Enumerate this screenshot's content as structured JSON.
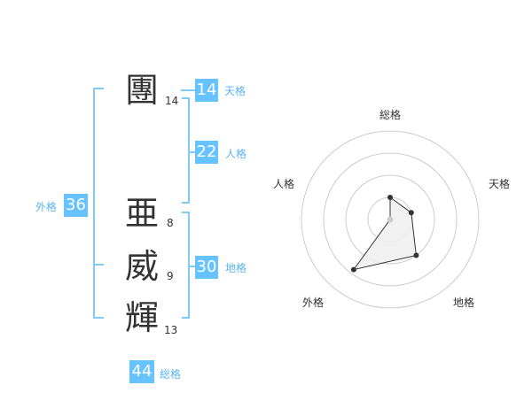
{
  "name": {
    "chars": [
      {
        "char": "團",
        "strokes": "14"
      },
      {
        "char": "亜",
        "strokes": "8"
      },
      {
        "char": "威",
        "strokes": "9"
      },
      {
        "char": "輝",
        "strokes": "13"
      }
    ]
  },
  "kakusu": {
    "tenkaku": {
      "value": "14",
      "label": "天格"
    },
    "jinkaku": {
      "value": "22",
      "label": "人格"
    },
    "chikaku": {
      "value": "30",
      "label": "地格"
    },
    "gaikaku": {
      "value": "36",
      "label": "外格"
    },
    "soukaku": {
      "value": "44",
      "label": "総格"
    }
  },
  "chart_data": {
    "type": "radar",
    "axes": [
      "総格",
      "天格",
      "地格",
      "外格",
      "人格"
    ],
    "rings": 4,
    "values": [
      0.25,
      0.25,
      0.5,
      0.7,
      0.0
    ],
    "colors": {
      "fill": "#eeeeee",
      "stroke": "#333333",
      "ring": "#cccccc",
      "center": "#cccccc"
    }
  },
  "colors": {
    "accent": "#66c3ff",
    "bracket": "#7fcbf6",
    "text": "#333333"
  }
}
